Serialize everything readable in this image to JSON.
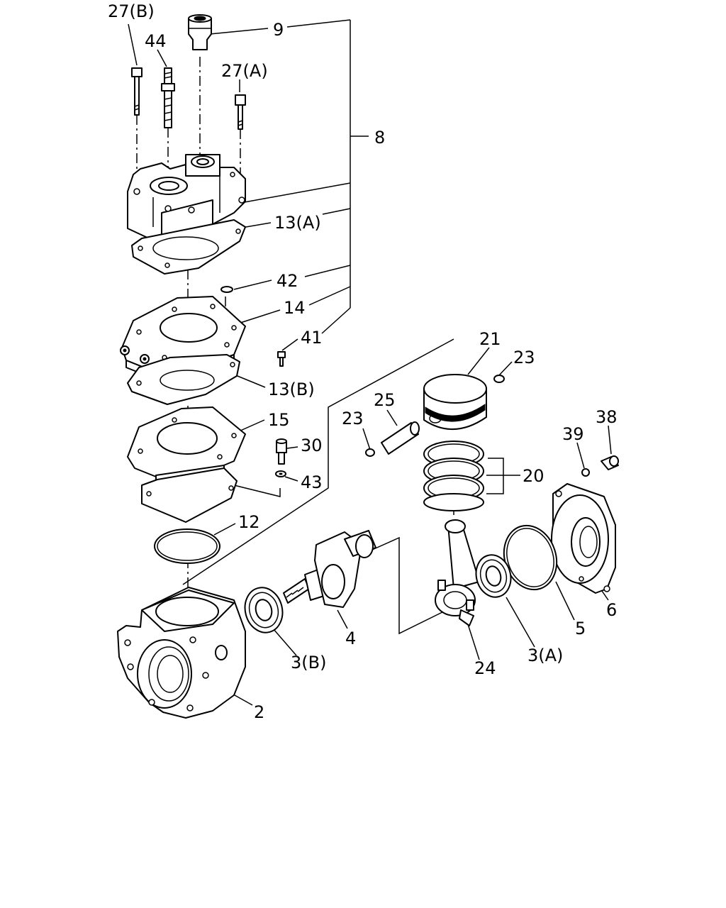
{
  "labels": {
    "p27b": "27(B)",
    "p9": "9",
    "p44": "44",
    "p27a": "27(A)",
    "p8": "8",
    "p13a": "13(A)",
    "p42": "42",
    "p14": "14",
    "p41": "41",
    "p13b": "13(B)",
    "p21": "21",
    "p23a": "23",
    "p23b": "23",
    "p25": "25",
    "p15": "15",
    "p30": "30",
    "p43": "43",
    "p20": "20",
    "p38": "38",
    "p39": "39",
    "p12": "12",
    "p4": "4",
    "p3b": "3(B)",
    "p3a": "3(A)",
    "p24": "24",
    "p5": "5",
    "p6": "6",
    "p2": "2"
  }
}
